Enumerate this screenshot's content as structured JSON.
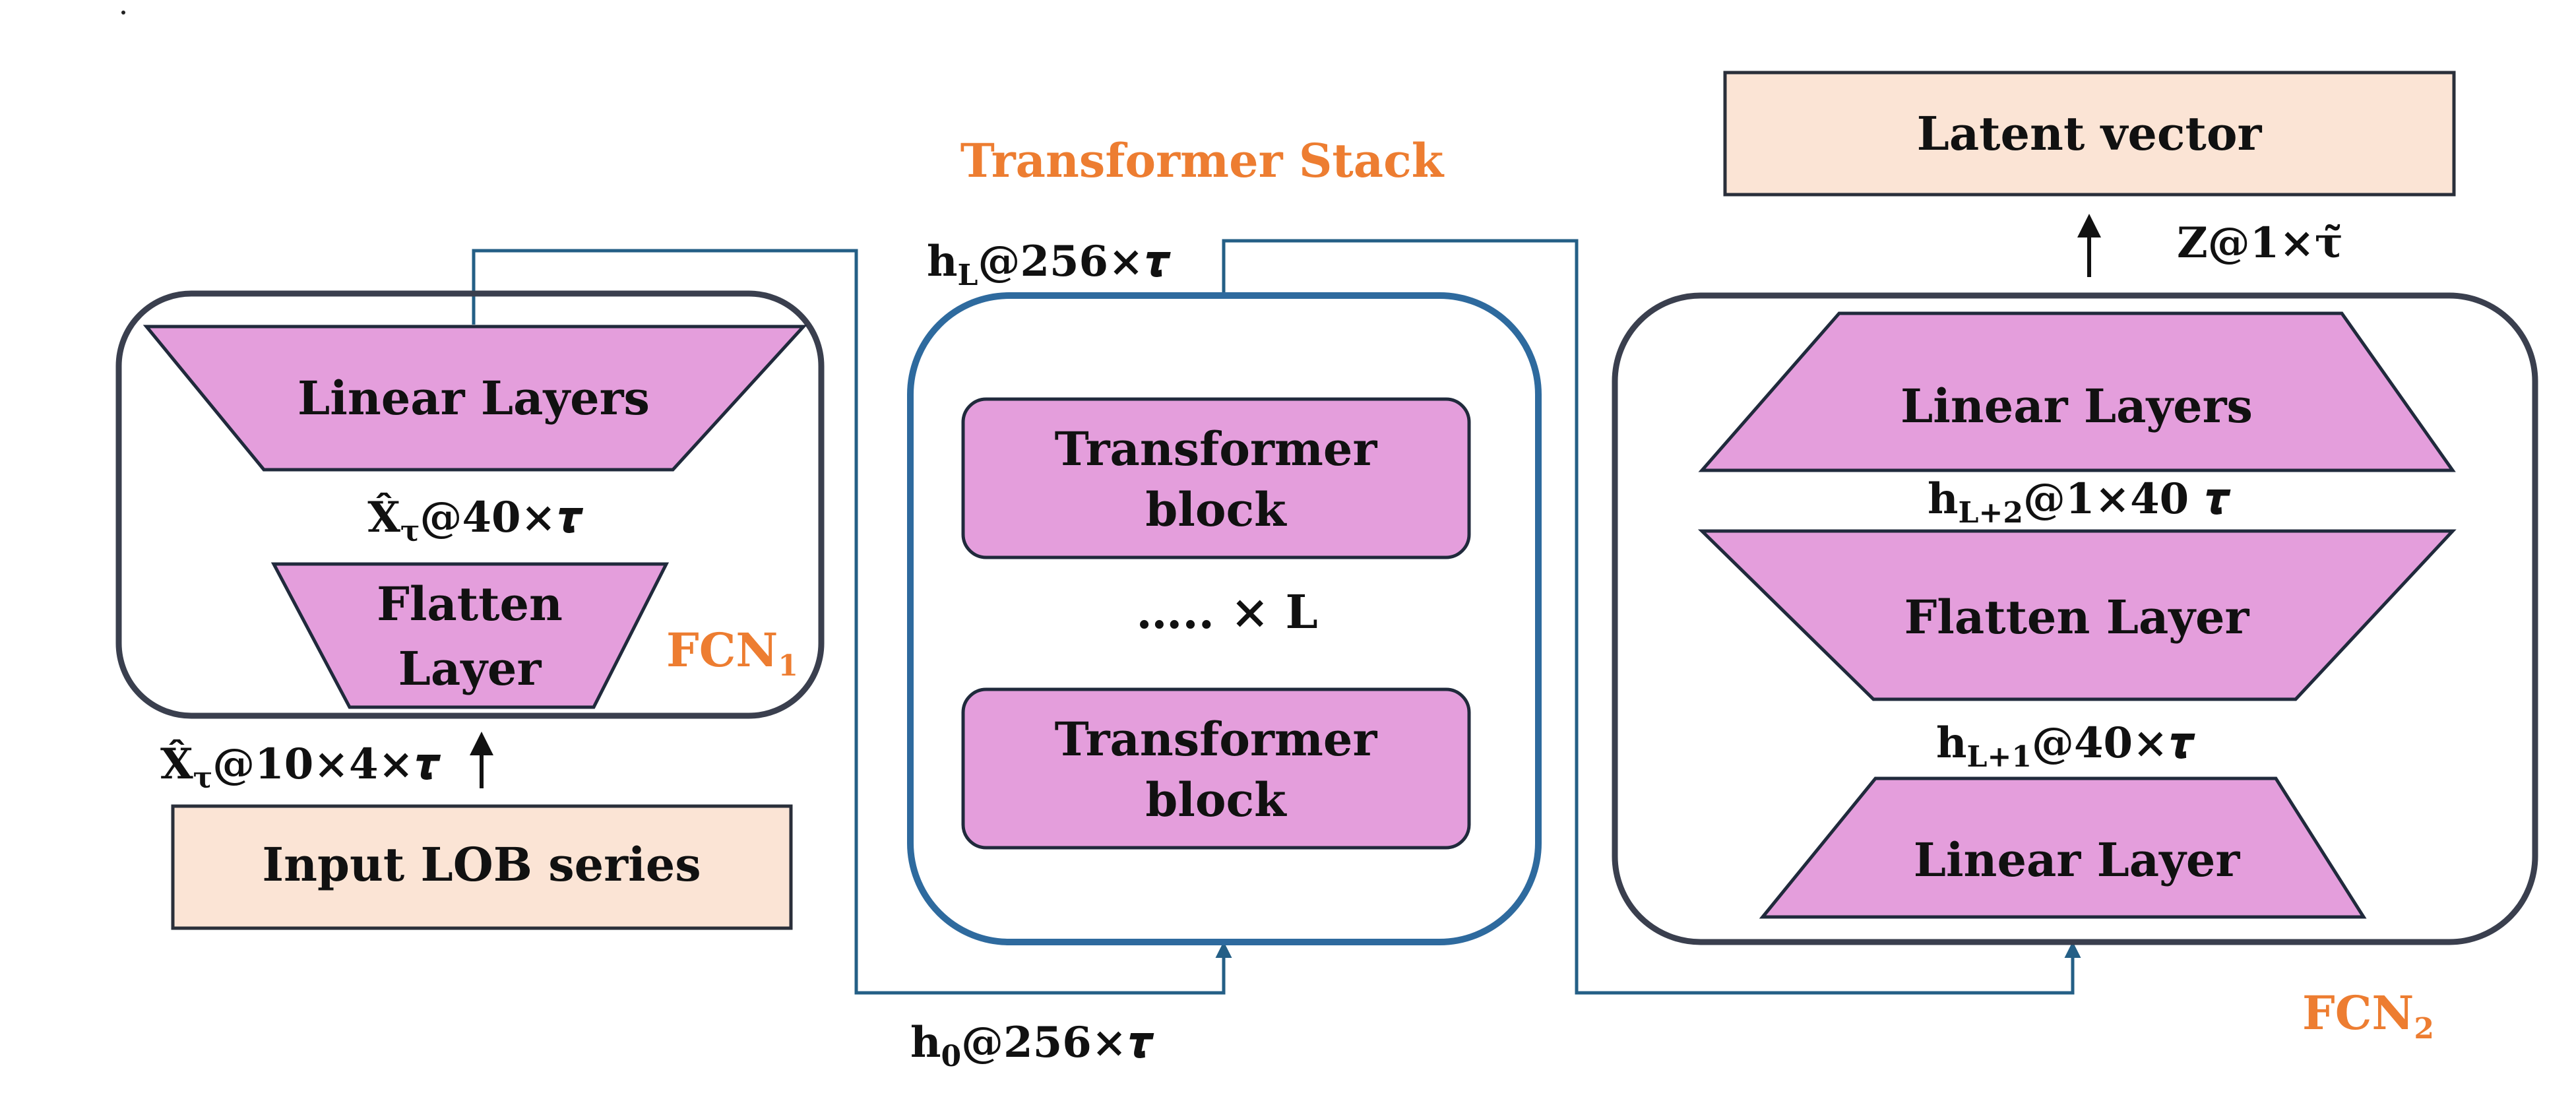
{
  "fcn1": {
    "label": "FCN",
    "label_sub": "1",
    "linear_layers": "Linear Layers",
    "flatten_line1": "Flatten",
    "flatten_line2": "Layer",
    "x40_pre": "X̂",
    "x40_sub": "τ",
    "x40_post": "@40×𝝉",
    "x10_pre": "X̂",
    "x10_sub": "τ",
    "x10_post": "@10×4×𝝉"
  },
  "input": {
    "label": "Input LOB series"
  },
  "stack": {
    "title": "Transformer Stack",
    "block1_line1": "Transformer",
    "block1_line2": "block",
    "block2_line1": "Transformer",
    "block2_line2": "block",
    "repeat": "….. × L",
    "hL_pre": "h",
    "hL_sub": "L",
    "hL_post": "@256×𝝉",
    "h0_pre": "h",
    "h0_sub": "0",
    "h0_post": "@256×𝝉"
  },
  "fcn2": {
    "label": "FCN",
    "label_sub": "2",
    "linear_layers": "Linear Layers",
    "flatten": "Flatten Layer",
    "linear_layer": "Linear Layer",
    "hL2_pre": "h",
    "hL2_sub": "L+2",
    "hL2_post": "@1×40 𝝉",
    "hL1_pre": "h",
    "hL1_sub": "L+1",
    "hL1_post": "@40×𝝉"
  },
  "latent": {
    "label": "Latent vector",
    "z": "Z@1×𝛕̃"
  },
  "colors": {
    "orange": "#ED7D31",
    "pink": "#E49EDC",
    "peach": "#FBE4D5",
    "blue": "#2E6A9E",
    "frame": "#3A3F4E"
  }
}
